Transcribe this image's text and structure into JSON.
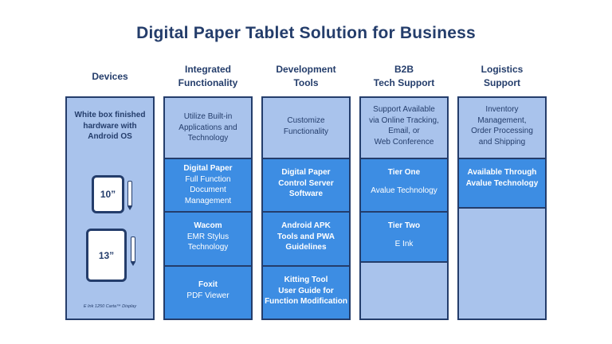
{
  "title": "Digital Paper Tablet Solution for Business",
  "columns": [
    {
      "header": "Devices",
      "description": "White box finished\nhardware with\nAndroid OS",
      "tablets": [
        "10”",
        "13”"
      ],
      "caption": "E Ink 1250 Carta™ Display"
    },
    {
      "header": "Integrated\nFunctionality",
      "cells": [
        {
          "main": "",
          "sub": "Utilize Built-in\nApplications and\nTechnology"
        },
        {
          "main": "Digital Paper",
          "sub": "Full Function\nDocument\nManagement"
        },
        {
          "main": "Wacom",
          "sub": "EMR Stylus\nTechnology"
        },
        {
          "main": "Foxit",
          "sub": "PDF Viewer"
        }
      ]
    },
    {
      "header": "Development\nTools",
      "cells": [
        {
          "main": "",
          "sub": "Customize\nFunctionality"
        },
        {
          "main": "Digital Paper\nControl Server\nSoftware",
          "sub": ""
        },
        {
          "main": "Android APK\nTools and PWA\nGuidelines",
          "sub": ""
        },
        {
          "main": "Kitting Tool\nUser Guide for\nFunction Modification",
          "sub": ""
        }
      ]
    },
    {
      "header": "B2B\nTech Support",
      "cells": [
        {
          "main": "",
          "sub": "Support Available\nvia Online Tracking,\nEmail, or\nWeb Conference"
        },
        {
          "main": "Tier One",
          "sub": "Avalue Technology"
        },
        {
          "main": "Tier Two",
          "sub": "E Ink"
        },
        {
          "main": "",
          "sub": ""
        }
      ]
    },
    {
      "header": "Logistics\nSupport",
      "cells": [
        {
          "main": "",
          "sub": "Inventory\nManagement,\nOrder Processing\nand Shipping"
        },
        {
          "main": "Available Through\nAvalue Technology",
          "sub": ""
        },
        {
          "main": "",
          "sub": ""
        }
      ]
    }
  ],
  "colors": {
    "navy": "#243d6b",
    "light_blue": "#a9c3ec",
    "bright_blue": "#3d8de3"
  }
}
